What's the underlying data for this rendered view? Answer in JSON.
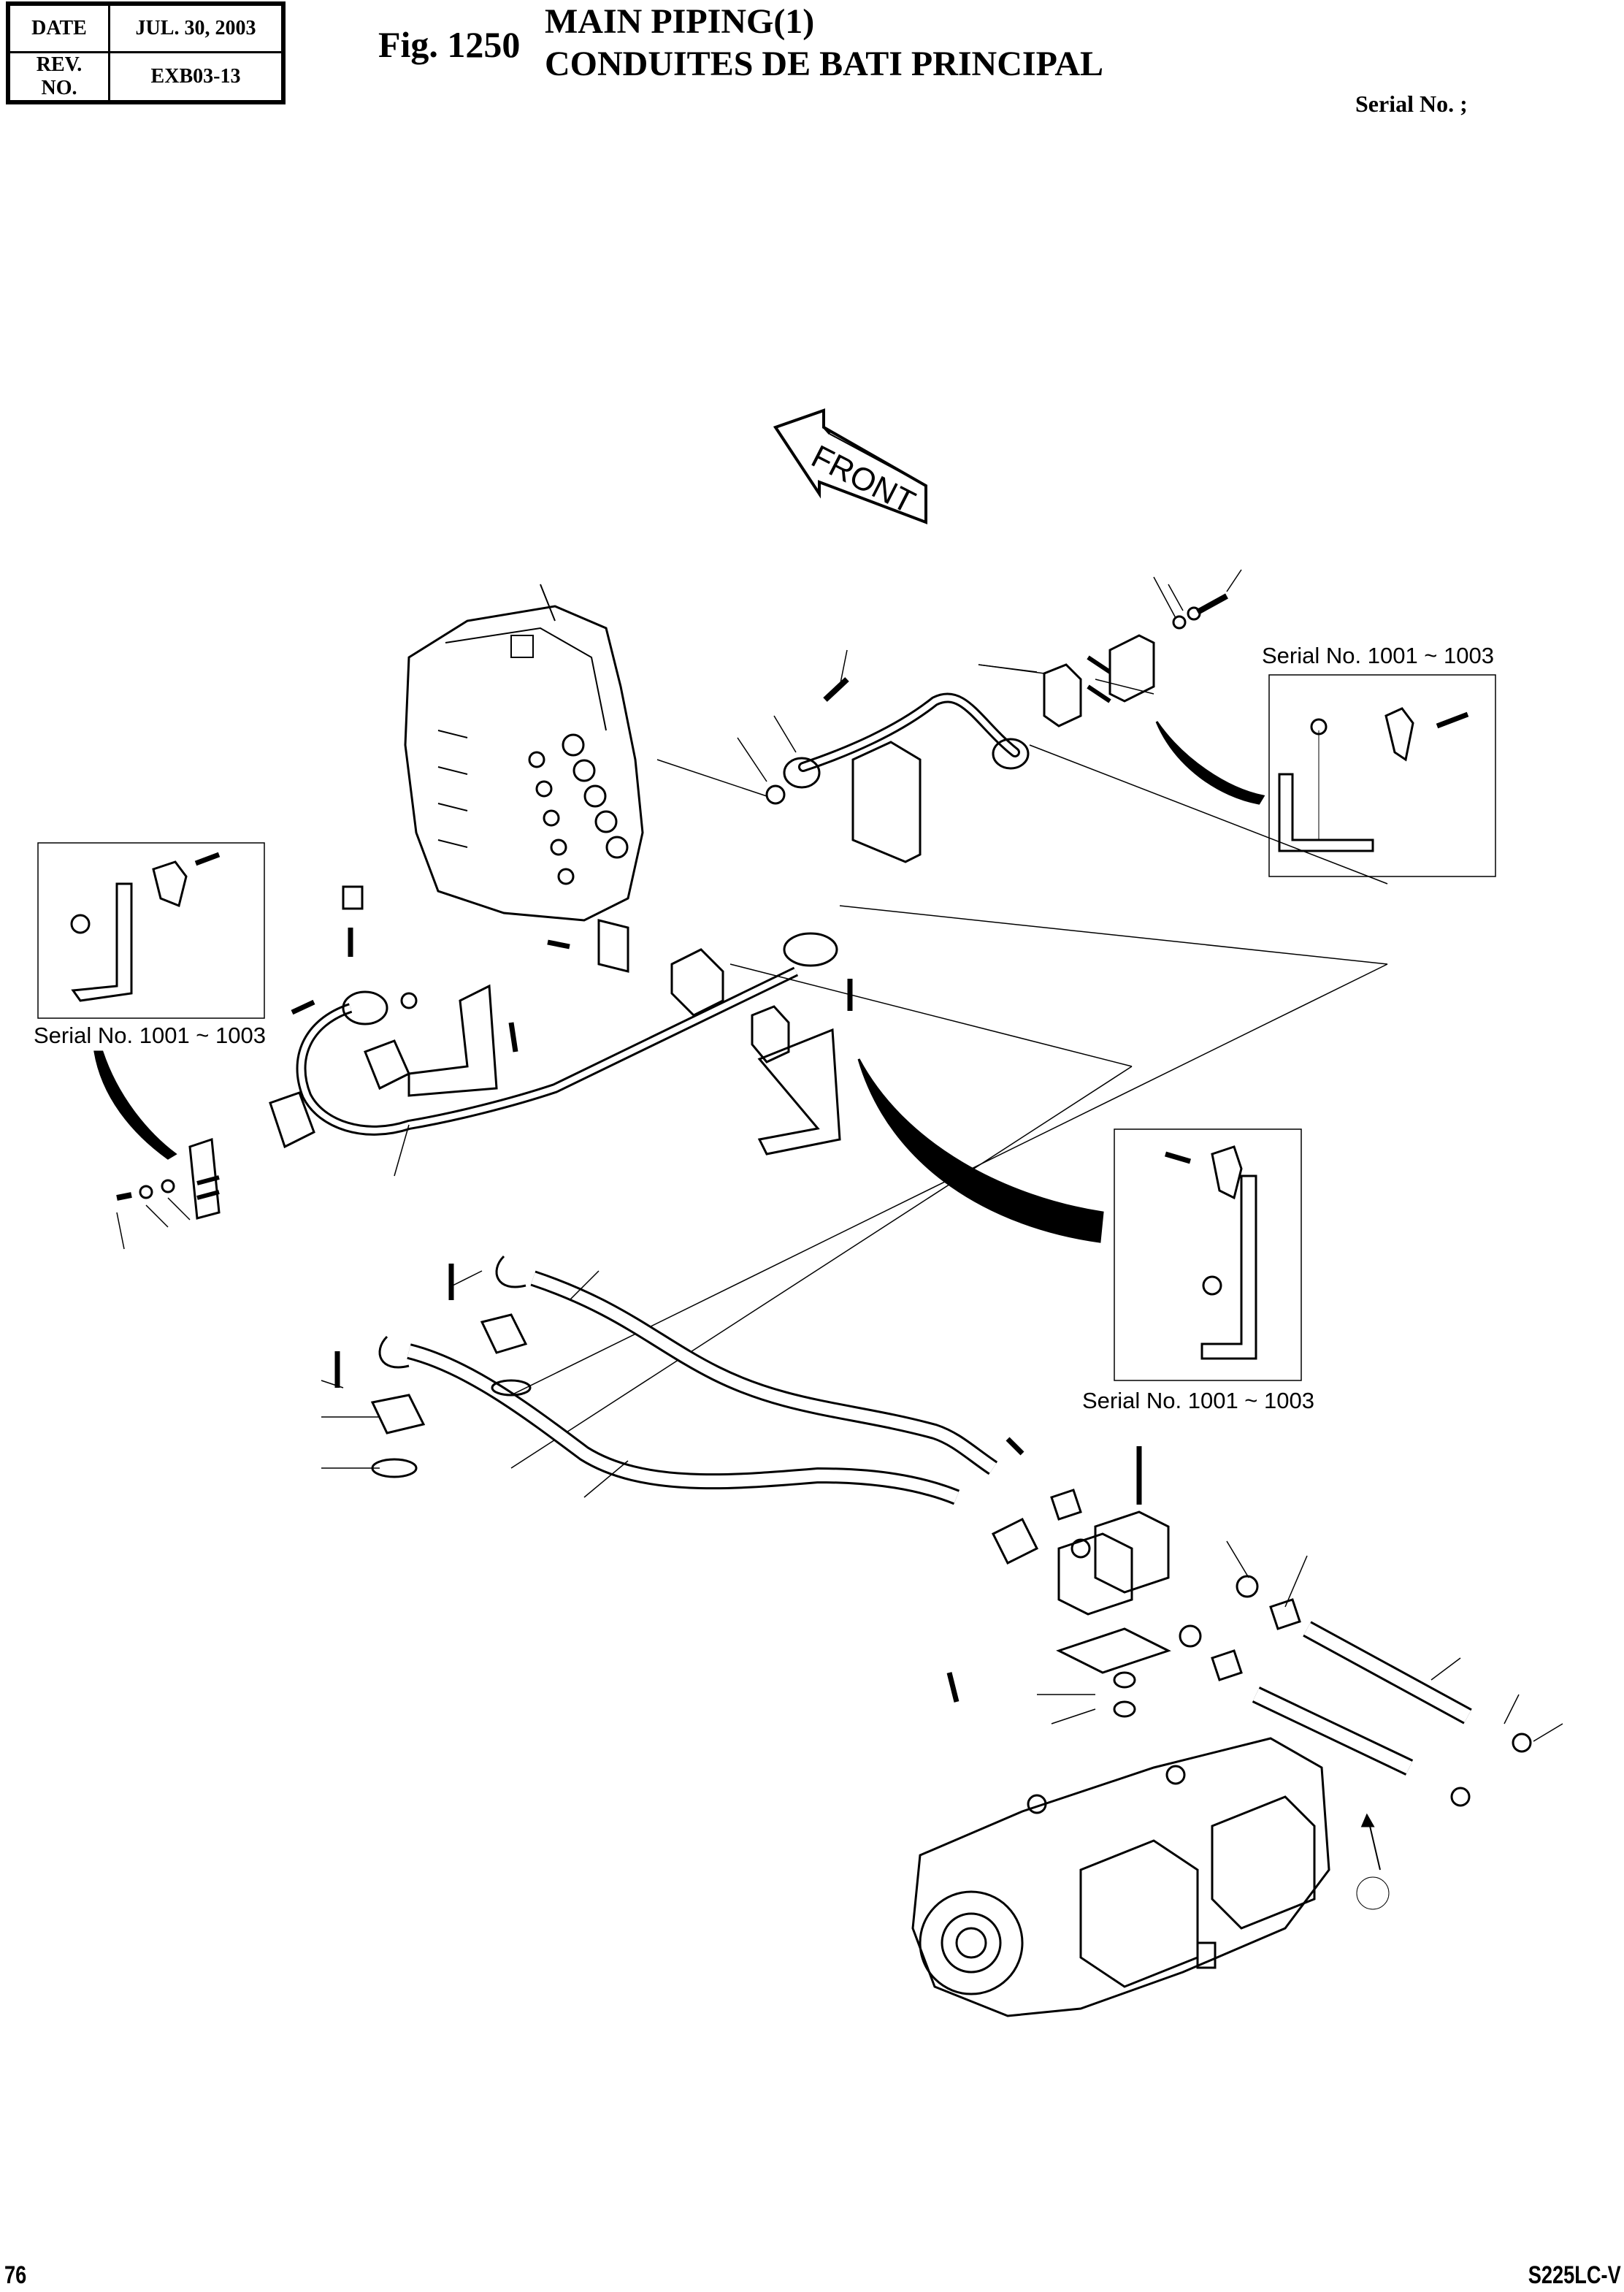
{
  "header": {
    "date_label": "DATE",
    "date_value": "JUL.  30, 2003",
    "rev_label": "REV. NO.",
    "rev_value": "EXB03-13",
    "figure_number": "Fig. 1250",
    "title_en": "MAIN PIPING(1)",
    "title_fr": "CONDUITES DE BATI PRINCIPAL",
    "serial_label": "Serial No. ;"
  },
  "diagram": {
    "front_label": "FRONT",
    "serial_notes": [
      "Serial No. 1001 ~ 1003",
      "Serial No. 1001 ~ 1003",
      "Serial No. 1001 ~ 1003"
    ]
  },
  "footer": {
    "page_number": "76",
    "model": "S225LC-V"
  }
}
